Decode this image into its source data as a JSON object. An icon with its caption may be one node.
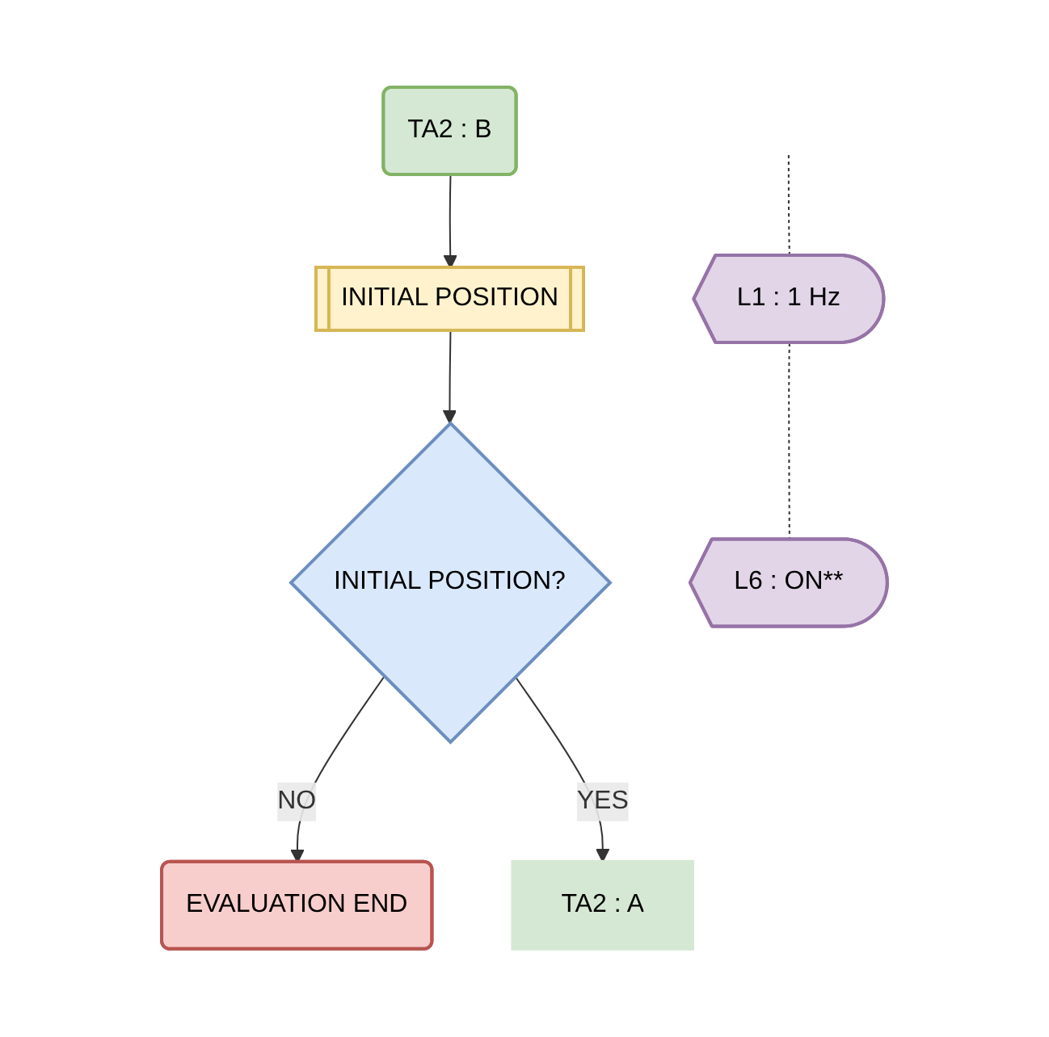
{
  "diagram": {
    "nodes": [
      {
        "text": [
          "TA2 : B"
        ]
      },
      {
        "text": [
          "INITIAL POSITION"
        ]
      },
      {
        "text": [
          "INITIAL POSITION?"
        ]
      },
      {
        "text": [
          "EVALUATION END"
        ]
      },
      {
        "text": [
          "L1 : 1 Hz"
        ]
      },
      {
        "text": [
          "L6 : ON**"
        ]
      },
      {
        "text": [
          "TA2 : A"
        ]
      }
    ],
    "edges": [
      {
        "from": 0,
        "to": 1,
        "arrow": "to"
      },
      {
        "from": 1,
        "to": 2,
        "arrow": "to"
      },
      {
        "from": 2,
        "to": 3,
        "label": "NO",
        "arrow": "to"
      },
      {
        "from": 2,
        "to": 6,
        "label": "YES",
        "arrow": "to"
      },
      {
        "from": null,
        "to": 4,
        "arrow": "none",
        "style": "dashed"
      },
      {
        "from": 4,
        "to": 5,
        "arrow": "none",
        "style": "dashed"
      }
    ]
  }
}
